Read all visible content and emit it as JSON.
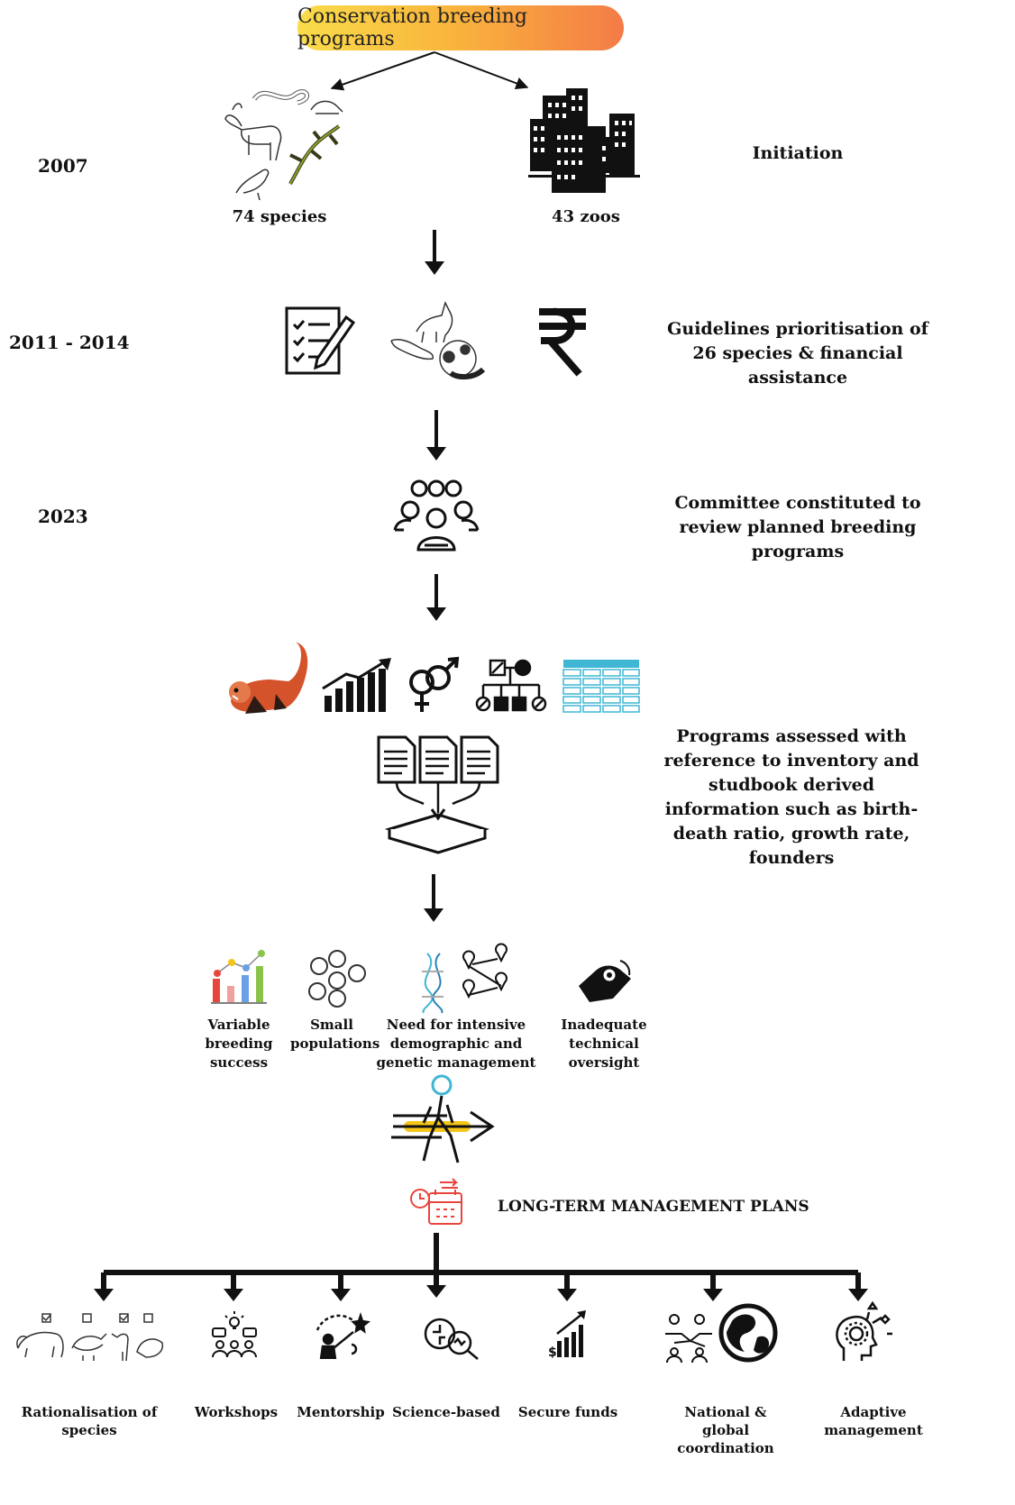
{
  "title": "Conservation breeding programs",
  "timeline": [
    {
      "year": "2007",
      "desc": "Initiation"
    },
    {
      "year": "2011 - 2014",
      "desc": "Guidelines prioritisation of 26 species & financial assistance"
    },
    {
      "year": "2023",
      "desc": "Committee constituted to review planned breeding programs"
    },
    {
      "year": "",
      "desc": "Programs assessed with reference to inventory and studbook derived information such as birth-death ratio, growth rate,  founders"
    }
  ],
  "initiation": {
    "species_label": "74 species",
    "zoos_label": "43 zoos"
  },
  "challenges": [
    {
      "label": "Variable breeding success"
    },
    {
      "label": "Small populations"
    },
    {
      "label": "Need for intensive demographic and genetic management"
    },
    {
      "label": "Inadequate technical oversight"
    }
  ],
  "plans_label": "LONG-TERM MANAGEMENT PLANS",
  "outcomes": [
    {
      "label": "Rationalisation of species"
    },
    {
      "label": "Workshops"
    },
    {
      "label": "Mentorship"
    },
    {
      "label": "Science-based"
    },
    {
      "label": "Secure funds"
    },
    {
      "label": "National & global coordination"
    },
    {
      "label": "Adaptive management"
    }
  ],
  "colors": {
    "pill_start": "#f9dc4a",
    "pill_end": "#f47b47",
    "accent_red": "#e8453c",
    "accent_blue": "#3fb6d3",
    "accent_yellow": "#f5c518"
  }
}
